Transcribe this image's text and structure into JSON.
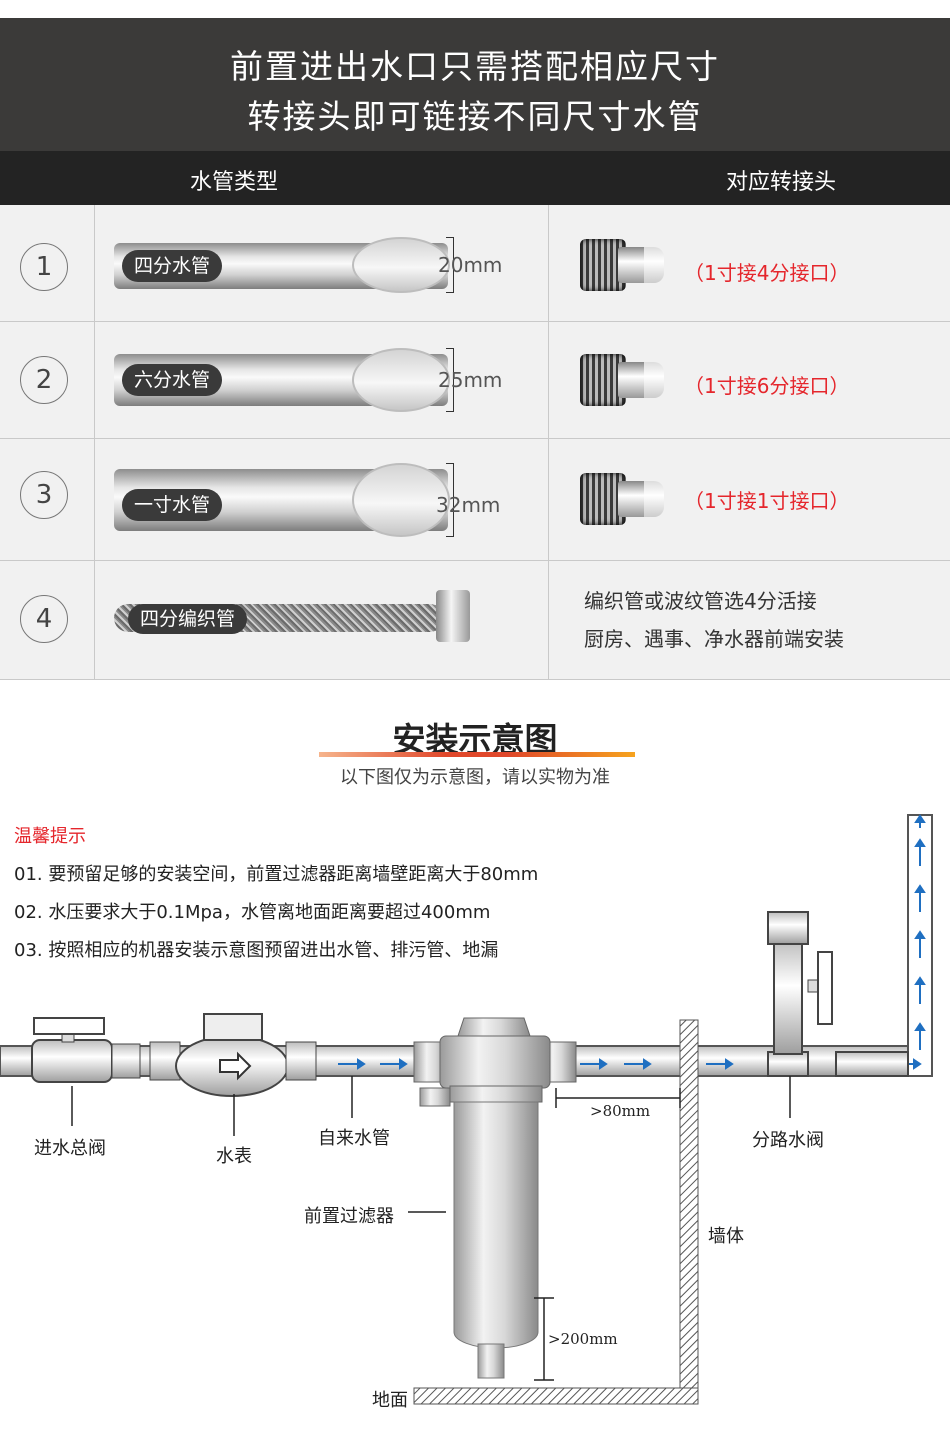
{
  "hero": {
    "line1": "前置进出水口只需搭配相应尺寸",
    "line2": "转接头即可链接不同尺寸水管"
  },
  "table_header": {
    "col1": "水管类型",
    "col2": "对应转接头"
  },
  "rows": [
    {
      "num": "1",
      "pipe_label": "四分水管",
      "dim": "20mm",
      "fitting": "（1寸接4分接口）"
    },
    {
      "num": "2",
      "pipe_label": "六分水管",
      "dim": "25mm",
      "fitting": "（1寸接6分接口）"
    },
    {
      "num": "3",
      "pipe_label": "一寸水管",
      "dim": "32mm",
      "fitting": "（1寸接1寸接口）"
    },
    {
      "num": "4",
      "pipe_label": "四分编织管",
      "note1": "编织管或波纹管选4分活接",
      "note2": "厨房、遇事、净水器前端安装"
    }
  ],
  "install": {
    "title": "安装示意图",
    "subtitle": "以下图仅为示意图，请以实物为准",
    "tips_heading": "温馨提示",
    "tips": [
      "01. 要预留足够的安装空间，前置过滤器距离墙壁距离大于80mm",
      "02. 水压要求大于0.1Mpa，水管离地面距离要超过400mm",
      "03. 按照相应的机器安装示意图预留进出水管、排污管、地漏"
    ],
    "labels": {
      "main_valve": "进水总阀",
      "meter": "水表",
      "tap_pipe": "自来水管",
      "prefilter": "前置过滤器",
      "branch_valve": "分路水阀",
      "wall": "墙体",
      "floor": "地面",
      "gap_wall": ">80mm",
      "gap_floor": ">200mm"
    }
  },
  "colors": {
    "hero_bg": "#3b3a39",
    "header_bg": "#232323",
    "accent_red": "#e5262c",
    "flow_blue": "#1f6fc1"
  }
}
